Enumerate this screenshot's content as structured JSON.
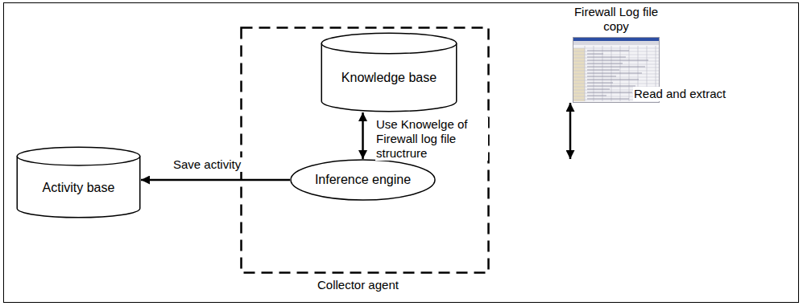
{
  "diagram": {
    "nodes": [
      {
        "text": [
          "Collector agent"
        ]
      },
      {
        "text": [
          "Knowledge base"
        ],
        "in": 0
      },
      {
        "text": [
          "Inference engine"
        ],
        "in": 0
      },
      {
        "text": [
          "Activity base"
        ]
      },
      {
        "text": [
          "Firewall Log file copy"
        ]
      }
    ],
    "edges": [
      {
        "from": 1,
        "to": 2,
        "arrow": "both",
        "label": "Use Knowelge of Firewall log file structrure"
      },
      {
        "from": 2,
        "to": 3,
        "arrow": "to",
        "label": "Save activity"
      },
      {
        "from": 2,
        "to": 4,
        "arrow": "both",
        "label": "Read and extract"
      }
    ]
  }
}
